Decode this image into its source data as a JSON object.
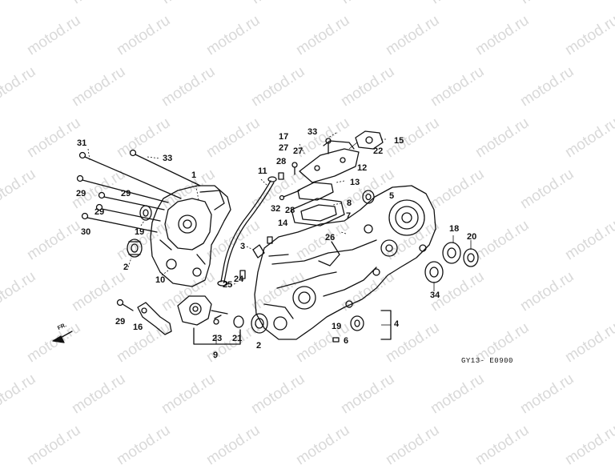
{
  "watermark": "motod.ru",
  "diagram_code": "GY13- E0900",
  "front_marker": "FR.",
  "part_numbers": {
    "p1": "1",
    "p2a": "2",
    "p2b": "2",
    "p3": "3",
    "p4": "4",
    "p5": "5",
    "p6": "6",
    "p7": "7",
    "p8": "8",
    "p9": "9",
    "p10": "10",
    "p11": "11",
    "p12": "12",
    "p13": "13",
    "p14": "14",
    "p15": "15",
    "p16": "16",
    "p17": "17",
    "p18": "18",
    "p19a": "19",
    "p19b": "19",
    "p20": "20",
    "p21": "21",
    "p22": "22",
    "p23": "23",
    "p24": "24",
    "p25": "25",
    "p26": "26",
    "p27a": "27",
    "p27b": "27",
    "p28a": "28",
    "p28b": "28",
    "p29a": "29",
    "p29b": "29",
    "p29c": "29",
    "p29d": "29",
    "p30": "30",
    "p31": "31",
    "p32": "32",
    "p33a": "33",
    "p33b": "33",
    "p34": "34"
  }
}
